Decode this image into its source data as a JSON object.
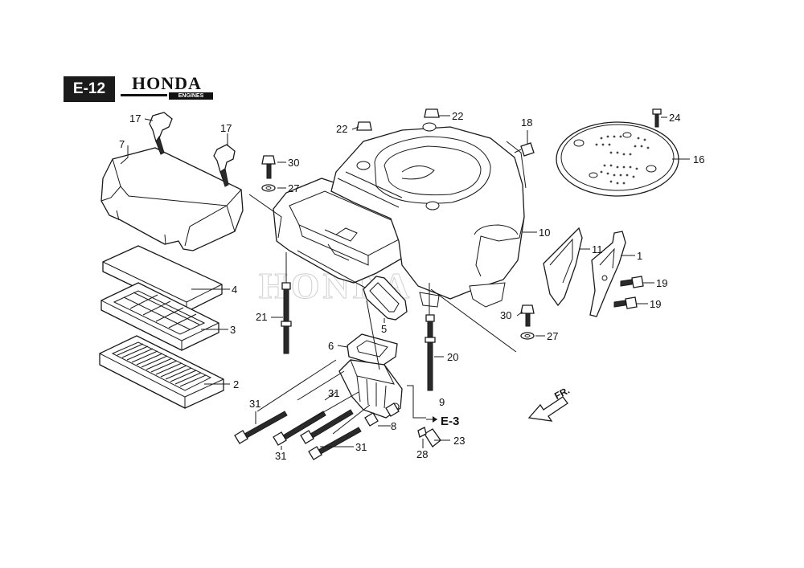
{
  "header": {
    "section_code": "E-12",
    "brand": "HONDA",
    "brand_sub": "ENGINES"
  },
  "watermark": "HONDA",
  "direction_label": "FR.",
  "cross_reference": "E-3",
  "callouts": [
    {
      "id": "c17a",
      "label": "17"
    },
    {
      "id": "c17b",
      "label": "17"
    },
    {
      "id": "c7",
      "label": "7"
    },
    {
      "id": "c4",
      "label": "4"
    },
    {
      "id": "c3",
      "label": "3"
    },
    {
      "id": "c2",
      "label": "2"
    },
    {
      "id": "c22a",
      "label": "22"
    },
    {
      "id": "c22b",
      "label": "22"
    },
    {
      "id": "c18",
      "label": "18"
    },
    {
      "id": "c24",
      "label": "24"
    },
    {
      "id": "c16",
      "label": "16"
    },
    {
      "id": "c30a",
      "label": "30"
    },
    {
      "id": "c27a",
      "label": "27"
    },
    {
      "id": "c10",
      "label": "10"
    },
    {
      "id": "c11",
      "label": "11"
    },
    {
      "id": "c1",
      "label": "1"
    },
    {
      "id": "c19a",
      "label": "19"
    },
    {
      "id": "c19b",
      "label": "19"
    },
    {
      "id": "c21",
      "label": "21"
    },
    {
      "id": "c5",
      "label": "5"
    },
    {
      "id": "c30b",
      "label": "30"
    },
    {
      "id": "c27b",
      "label": "27"
    },
    {
      "id": "c6",
      "label": "6"
    },
    {
      "id": "c20",
      "label": "20"
    },
    {
      "id": "c9",
      "label": "9"
    },
    {
      "id": "c31a",
      "label": "31"
    },
    {
      "id": "c31b",
      "label": "31"
    },
    {
      "id": "c31c",
      "label": "31"
    },
    {
      "id": "c31d",
      "label": "31"
    },
    {
      "id": "c8",
      "label": "8"
    },
    {
      "id": "c23",
      "label": "23"
    },
    {
      "id": "c28",
      "label": "28"
    }
  ]
}
